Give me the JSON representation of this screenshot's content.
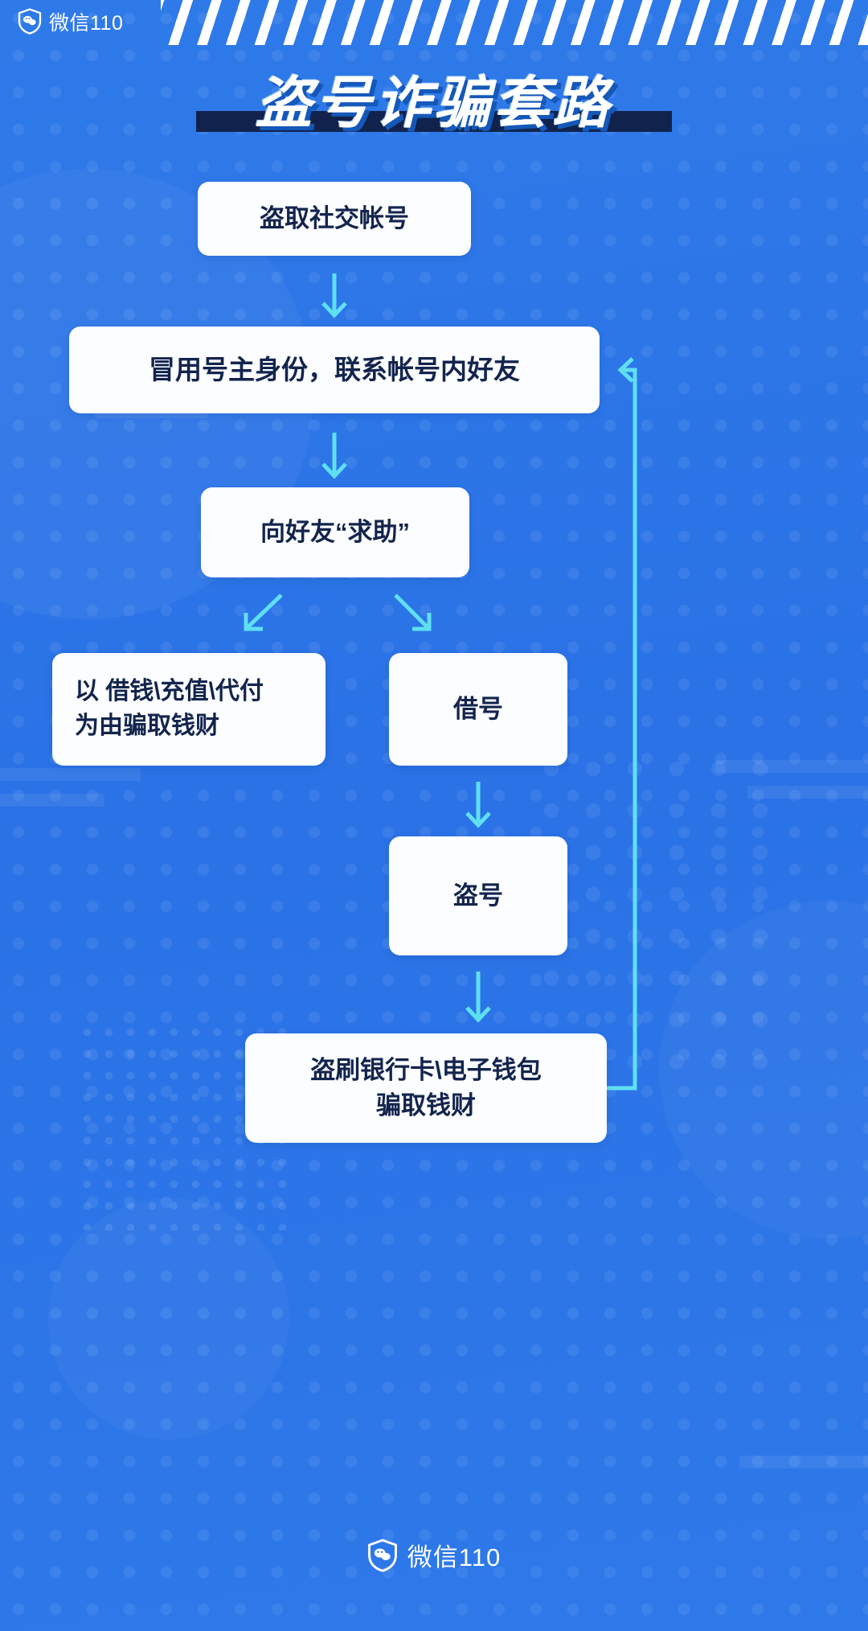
{
  "meta": {
    "poster_title": "盗号诈骗套路",
    "accent_blue": "#2a74e8",
    "accent_cyan": "#5fe0f2",
    "box_text_navy": "#13244d",
    "title_shadow_navy": "#11234d"
  },
  "header": {
    "brand_name": "微信110",
    "logo_icon": "shield-wechat-icon",
    "stripes_icon": "diagonal-stripes-decoration"
  },
  "title": {
    "text": "盗号诈骗套路"
  },
  "flow": {
    "nodes": [
      {
        "id": "steal-account",
        "name": "box-steal-account",
        "lines": [
          "盗取社交帐号"
        ]
      },
      {
        "id": "impersonate",
        "name": "box-impersonate",
        "lines": [
          "冒用号主身份，联系帐号内好友"
        ]
      },
      {
        "id": "ask-help",
        "name": "box-ask-help",
        "lines": [
          "向好友“求助”"
        ]
      },
      {
        "id": "borrow-money",
        "name": "box-borrow-money",
        "lines": [
          "以 借钱\\充值\\代付",
          "为由骗取钱财"
        ]
      },
      {
        "id": "borrow-account",
        "name": "box-borrow-account",
        "lines": [
          "借号"
        ]
      },
      {
        "id": "steal-again",
        "name": "box-steal-again",
        "lines": [
          "盗号"
        ]
      },
      {
        "id": "bank-fraud",
        "name": "box-bank-fraud",
        "lines": [
          "盗刷银行卡\\电子钱包",
          "骗取钱财"
        ]
      }
    ],
    "connectors": [
      {
        "id": "a1",
        "icon": "arrow-down-icon",
        "from": "steal-account",
        "to": "impersonate"
      },
      {
        "id": "a2",
        "icon": "arrow-down-icon",
        "from": "impersonate",
        "to": "ask-help"
      },
      {
        "id": "a3",
        "icon": "arrow-down-left-icon",
        "from": "ask-help",
        "to": "borrow-money"
      },
      {
        "id": "a4",
        "icon": "arrow-down-right-icon",
        "from": "ask-help",
        "to": "borrow-account"
      },
      {
        "id": "a5",
        "icon": "arrow-down-icon",
        "from": "borrow-account",
        "to": "steal-again"
      },
      {
        "id": "a6",
        "icon": "arrow-down-icon",
        "from": "steal-again",
        "to": "bank-fraud"
      },
      {
        "id": "a7",
        "icon": "loop-back-arrow-icon",
        "from": "bank-fraud",
        "to": "impersonate"
      }
    ]
  },
  "footer": {
    "brand_name": "微信110",
    "logo_icon": "shield-wechat-icon"
  }
}
